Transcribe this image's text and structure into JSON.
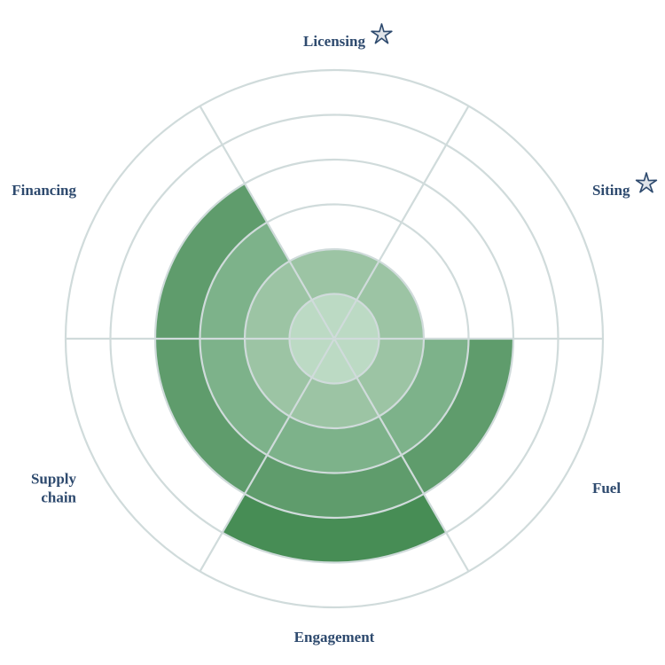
{
  "chart_data": {
    "type": "polar-area",
    "categories": [
      "Licensing",
      "Siting",
      "Fuel",
      "Engagement",
      "Supply chain",
      "Financing"
    ],
    "values": [
      2,
      2,
      4,
      5,
      4,
      4
    ],
    "max_level": 6,
    "starred": [
      true,
      true,
      false,
      false,
      false,
      false
    ],
    "label_lines": [
      [
        "Licensing"
      ],
      [
        "Siting"
      ],
      [
        "Fuel"
      ],
      [
        "Engagement"
      ],
      [
        "Supply",
        "chain"
      ],
      [
        "Financing"
      ]
    ],
    "colors": {
      "grid": "#d0dbdb",
      "label": "#2e4a6e",
      "star": "#2e4a6e",
      "ring_fills": [
        "#bcdac4",
        "#9cc4a4",
        "#7db28a",
        "#5f9c6c",
        "#478d55",
        "#3f804c"
      ]
    }
  }
}
